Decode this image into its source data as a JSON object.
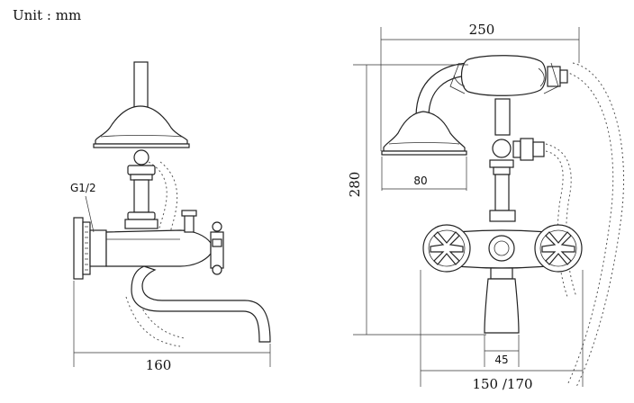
{
  "unit_label": "Unit : mm",
  "left_view": {
    "thread_label": "G1/2",
    "width_dim": "160"
  },
  "right_view": {
    "width_dim": "250",
    "height_dim": "280",
    "head_dim": "80",
    "spout_dim": "45",
    "base_dim": "150 /170"
  }
}
